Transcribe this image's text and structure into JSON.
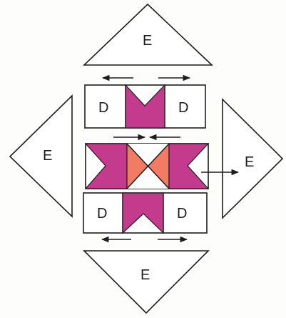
{
  "labels": {
    "e_top": "E",
    "e_left": "E",
    "e_right": "E",
    "e_bottom": "E",
    "d_top_left": "D",
    "d_top_right": "D",
    "d_bottom_left": "D",
    "d_bottom_right": "D"
  },
  "colors": {
    "magenta": "#c43a8c",
    "coral": "#f27b63",
    "outline": "#1d1d1d",
    "background": "#ffffff"
  }
}
